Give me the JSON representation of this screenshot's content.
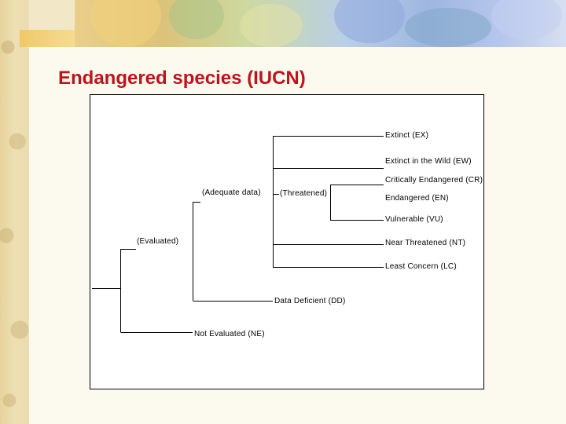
{
  "slide": {
    "title": "Endangered species (IUCN)"
  },
  "tree": {
    "nodes": {
      "evaluated": "(Evaluated)",
      "adequate_data": "(Adequate data)",
      "threatened": "(Threatened)"
    },
    "leaves": {
      "ex": "Extinct (EX)",
      "ew": "Extinct in the Wild (EW)",
      "cr": "Critically Endangered (CR)",
      "en": "Endangered (EN)",
      "vu": "Vulnerable (VU)",
      "nt": "Near Threatened (NT)",
      "lc": "Least Concern (LC)",
      "dd": "Data Deficient (DD)",
      "ne": "Not Evaluated (NE)"
    }
  },
  "colors": {
    "title": "#c1121b",
    "line": "#000000"
  }
}
